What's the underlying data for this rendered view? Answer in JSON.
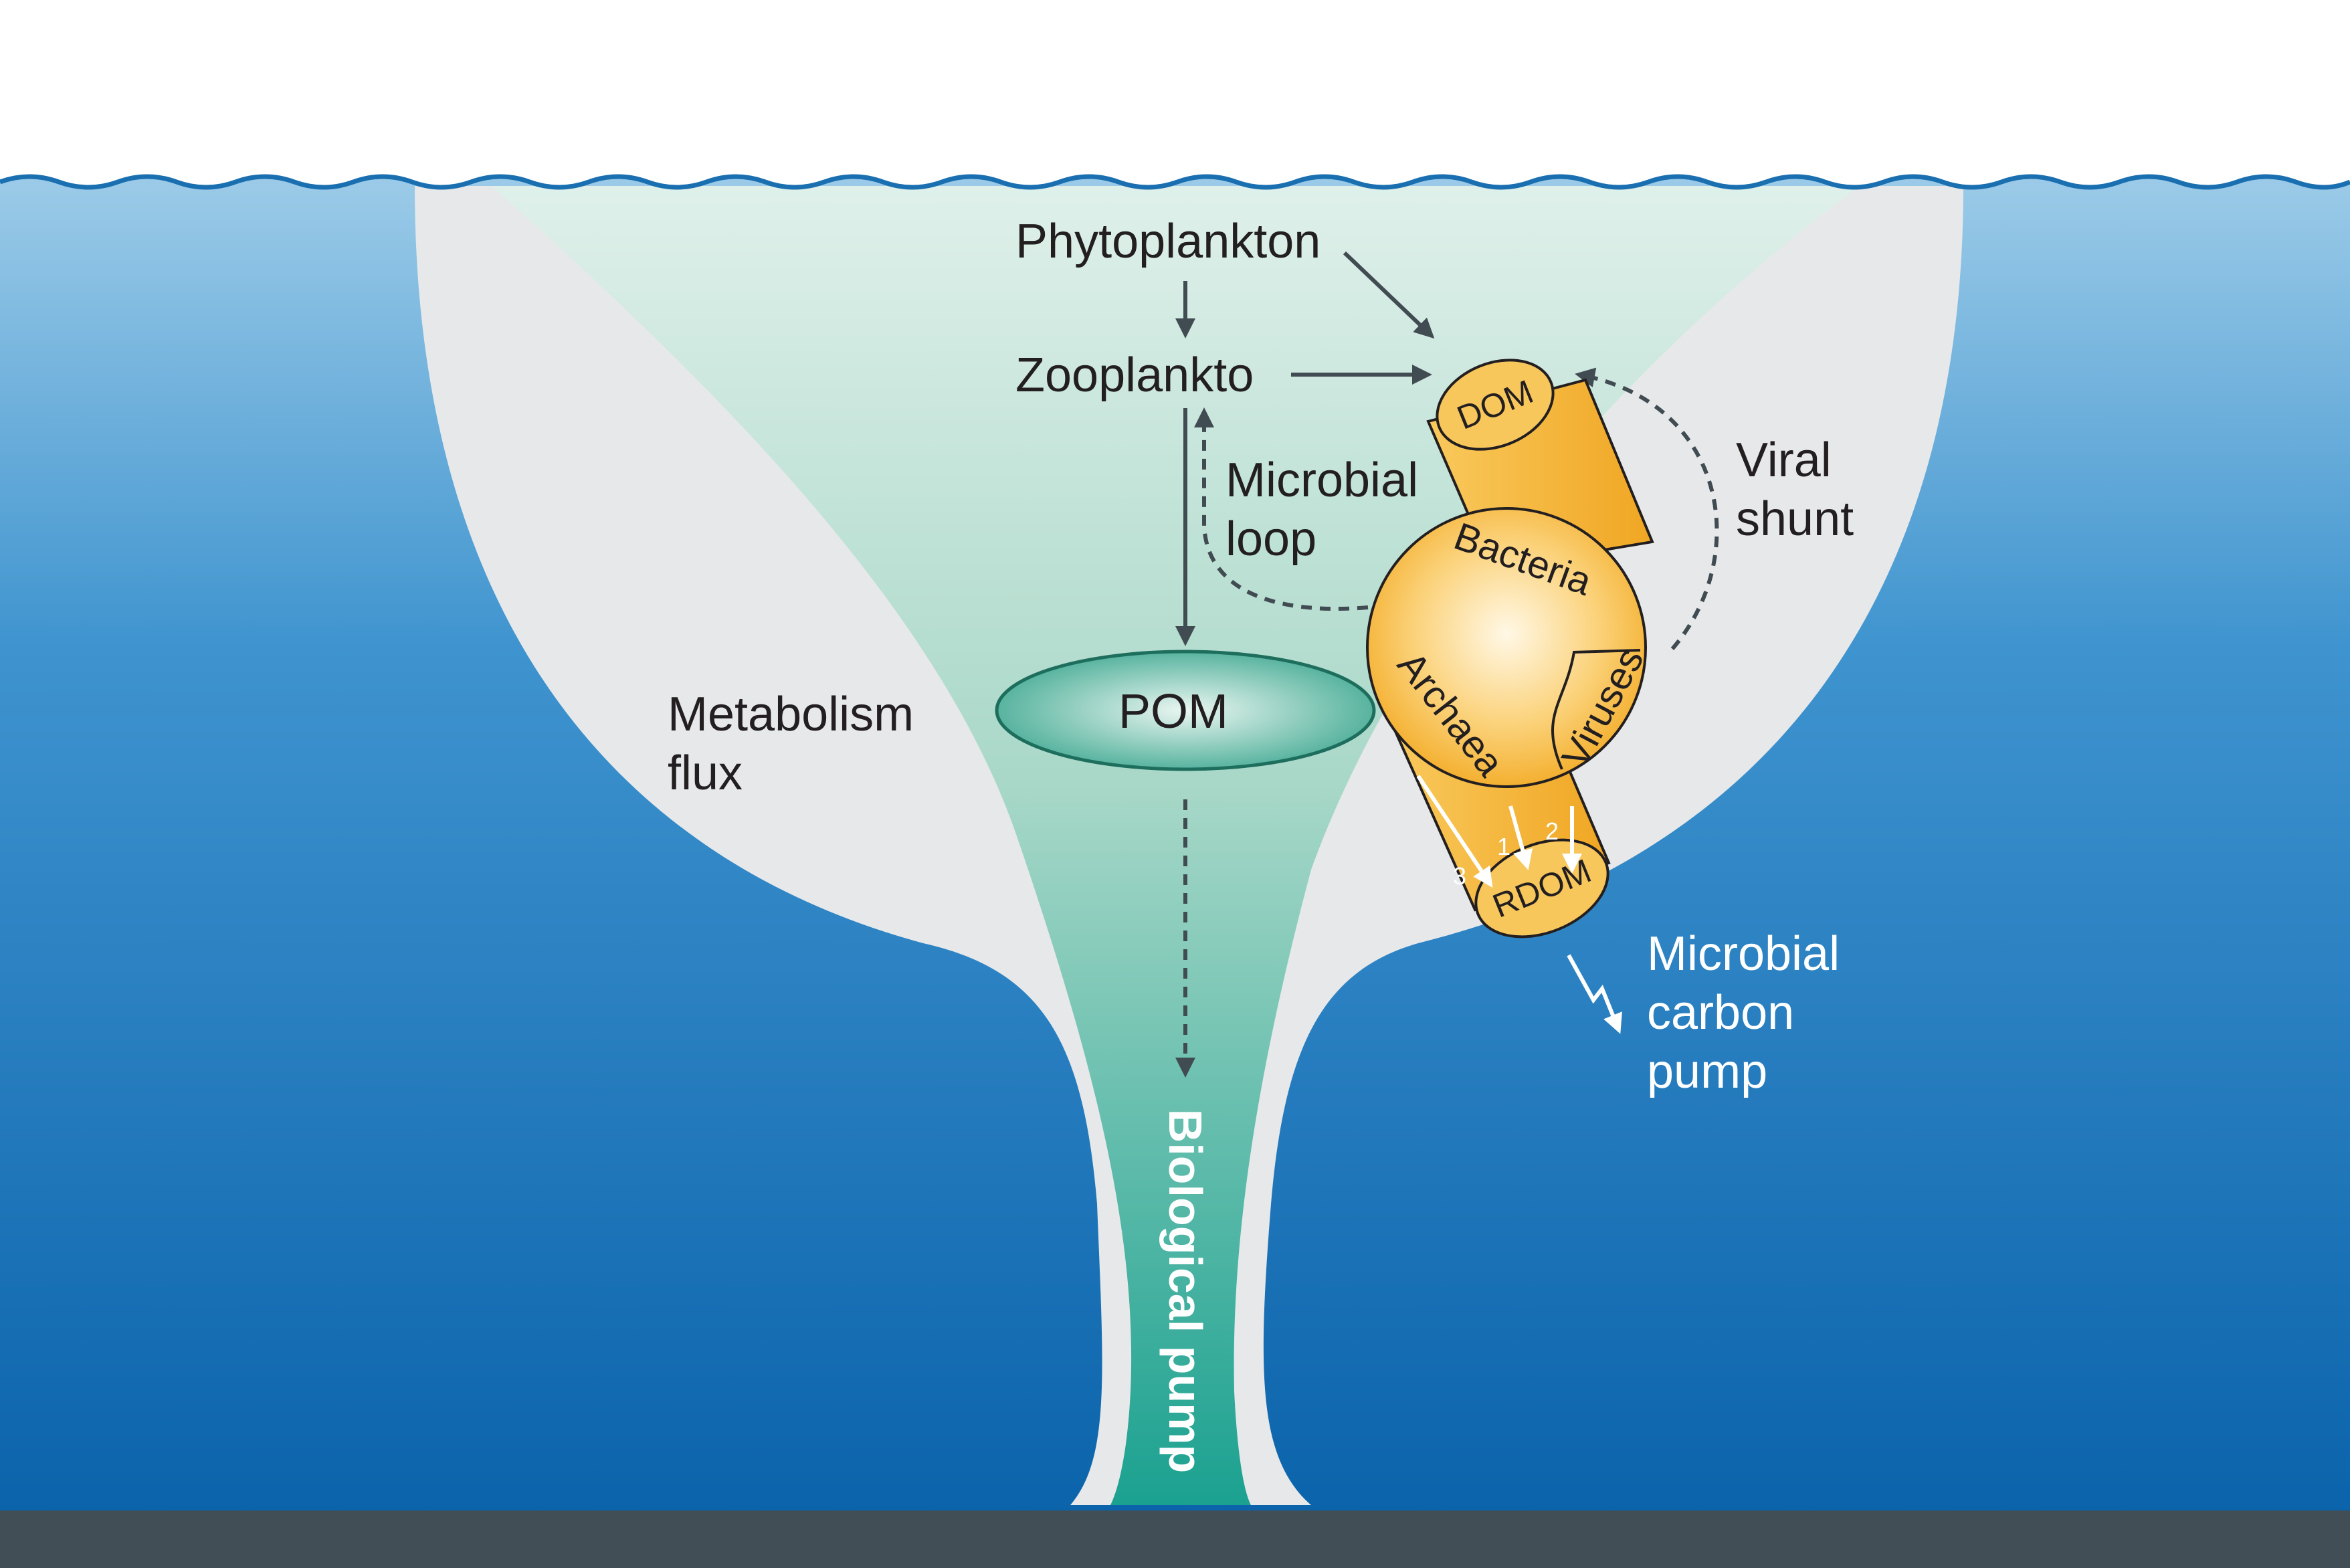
{
  "labels": {
    "phytoplankton": "Phytoplankton",
    "zooplankton": "Zooplankto",
    "microbial_loop_line1": "Microbial",
    "microbial_loop_line2": "loop",
    "viral_shunt_line1": "Viral",
    "viral_shunt_line2": "shunt",
    "metabolism_flux_line1": "Metabolism",
    "metabolism_flux_line2": "flux",
    "pom": "POM",
    "dom": "DOM",
    "rdom": "RDOM",
    "bacteria": "Bacteria",
    "archaea": "Archaea",
    "viruses": "Viruses",
    "microbial_carbon_pump_line1": "Microbial",
    "microbial_carbon_pump_line2": "carbon",
    "microbial_carbon_pump_line3": "pump",
    "biological_pump": "Biological pump",
    "pathway_1": "1",
    "pathway_2": "2",
    "pathway_3": "3"
  },
  "colors": {
    "ocean_top": "#9ccbe8",
    "ocean_bottom": "#0b63ab",
    "wave_line": "#1a6fb0",
    "funnel_outer": "#e6e8ea",
    "funnel_inner_top": "#dff0ea",
    "funnel_inner_bottom": "#1ba190",
    "pom_fill": "#5cbda4",
    "cylinder": "#f6b93b",
    "sphere_center": "#fff8e6",
    "arrow": "#414b52",
    "seafloor": "#414e55"
  }
}
